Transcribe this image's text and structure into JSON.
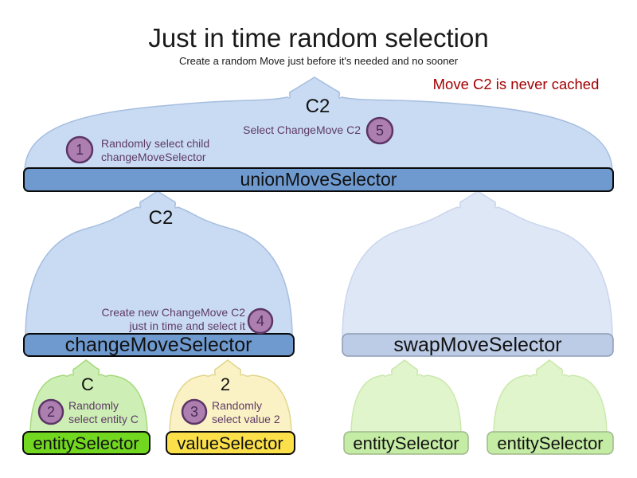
{
  "title": "Just in time random selection",
  "subtitle": "Create a random Move just before it's needed and no sooner",
  "note": "Move C2 is never cached",
  "colors": {
    "blue_dome": "#C9DBF2",
    "blue_dome_border": "#A6BEE0",
    "blue_bar": "#6F9ACF",
    "bar_border": "#0A0A0A",
    "faded_blue_dome": "#DEE7F6",
    "faded_blue_dome_border": "#CBD6EC",
    "faded_blue_bar": "#BCCBE6",
    "faded_blue_bar_border": "#8E9DB5",
    "green_dome": "#CDEFB5",
    "green_dome_border": "#A6D97E",
    "green_bar": "#72D81F",
    "yellow_dome": "#FAF2C5",
    "yellow_dome_border": "#E0D68C",
    "yellow_bar": "#FBE04A",
    "faded_green_dome": "#E0F5CC",
    "faded_green_dome_border": "#CBE8AC",
    "faded_green_bar": "#C4ECA4",
    "faded_green_bar_border": "#9FB88C",
    "badge_fill": "#AC7FB0",
    "badge_border": "#5C3566",
    "purple_text": "#5E3A66",
    "note_red": "#A40000",
    "faded_text": "#8A9188"
  },
  "streams": {
    "union_in": "C2",
    "change_in": "C2",
    "entity_in": "C",
    "value_in": "2"
  },
  "selectors": {
    "union": "unionMoveSelector",
    "change": "changeMoveSelector",
    "swap": "swapMoveSelector",
    "entity": "entitySelector",
    "value": "valueSelector",
    "faded_entity_1": "entitySelector",
    "faded_entity_2": "entitySelector"
  },
  "steps": {
    "s1": {
      "num": "1",
      "line1": "Randomly select child",
      "line2": "changeMoveSelector"
    },
    "s2": {
      "num": "2",
      "line1": "Randomly",
      "line2": "select entity C"
    },
    "s3": {
      "num": "3",
      "line1": "Randomly",
      "line2": "select value 2"
    },
    "s4": {
      "num": "4",
      "line1": "Create new ChangeMove C2",
      "line2": "just in time and select it"
    },
    "s5": {
      "num": "5",
      "line1": "Select ChangeMove C2"
    }
  }
}
